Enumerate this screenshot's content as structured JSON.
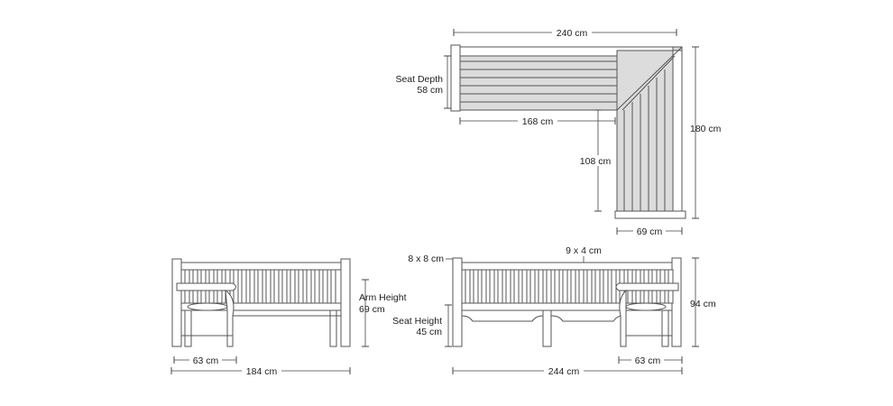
{
  "dimensions": {
    "plan_width": "240 cm",
    "plan_depth": "180 cm",
    "seat_depth_label": "Seat Depth",
    "seat_depth": "58 cm",
    "plan_short": "168 cm",
    "plan_inner": "108 cm",
    "plan_arm": "69 cm",
    "arm_height_label": "Arm Height",
    "arm_height": "69 cm",
    "side_arm": "63 cm",
    "side_length": "184 cm",
    "post": "8 x 8 cm",
    "rail": "9 x 4 cm",
    "seat_height_label": "Seat Height",
    "seat_height": "45 cm",
    "height": "94 cm",
    "front_arm": "63 cm",
    "front_length": "244 cm"
  }
}
